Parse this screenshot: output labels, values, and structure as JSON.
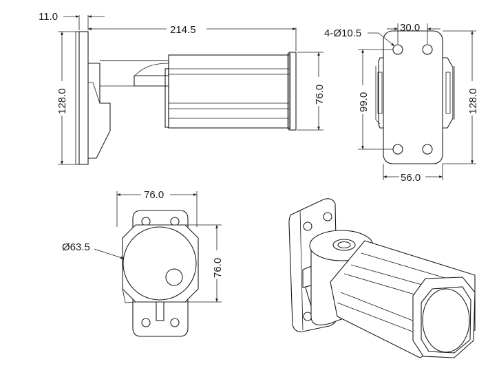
{
  "dimensions": {
    "flange_thickness": "11.0",
    "overall_length": "214.5",
    "flange_height_side": "128.0",
    "tube_width_side": "76.0",
    "hole_spec": "4-Ø10.5",
    "hole_spacing_horizontal": "30.0",
    "hole_spacing_vertical": "99.0",
    "flange_height_rear": "128.0",
    "flange_width_rear": "56.0",
    "end_width_front": "76.0",
    "tube_diameter": "Ø63.5",
    "end_height_front": "76.0"
  },
  "views": [
    "side-view",
    "rear-view",
    "front-view",
    "isometric-view"
  ]
}
